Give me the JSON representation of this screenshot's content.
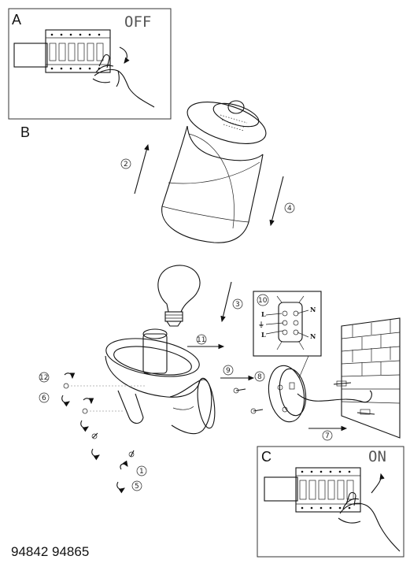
{
  "panel_a": {
    "label": "A",
    "state": "OFF"
  },
  "section_b": {
    "label": "B"
  },
  "panel_c": {
    "label": "C",
    "state": "ON"
  },
  "steps": [
    "1",
    "2",
    "3",
    "4",
    "5",
    "6",
    "7",
    "8",
    "9",
    "10",
    "11",
    "12"
  ],
  "wiring": {
    "live": "L",
    "neutral": "N",
    "live_2": "L",
    "neutral_2": "N",
    "earth_symbol": "⏚"
  },
  "model_numbers": "94842 94865",
  "colors": {
    "line": "#111111",
    "panel_border": "#333333",
    "background": "#ffffff"
  }
}
